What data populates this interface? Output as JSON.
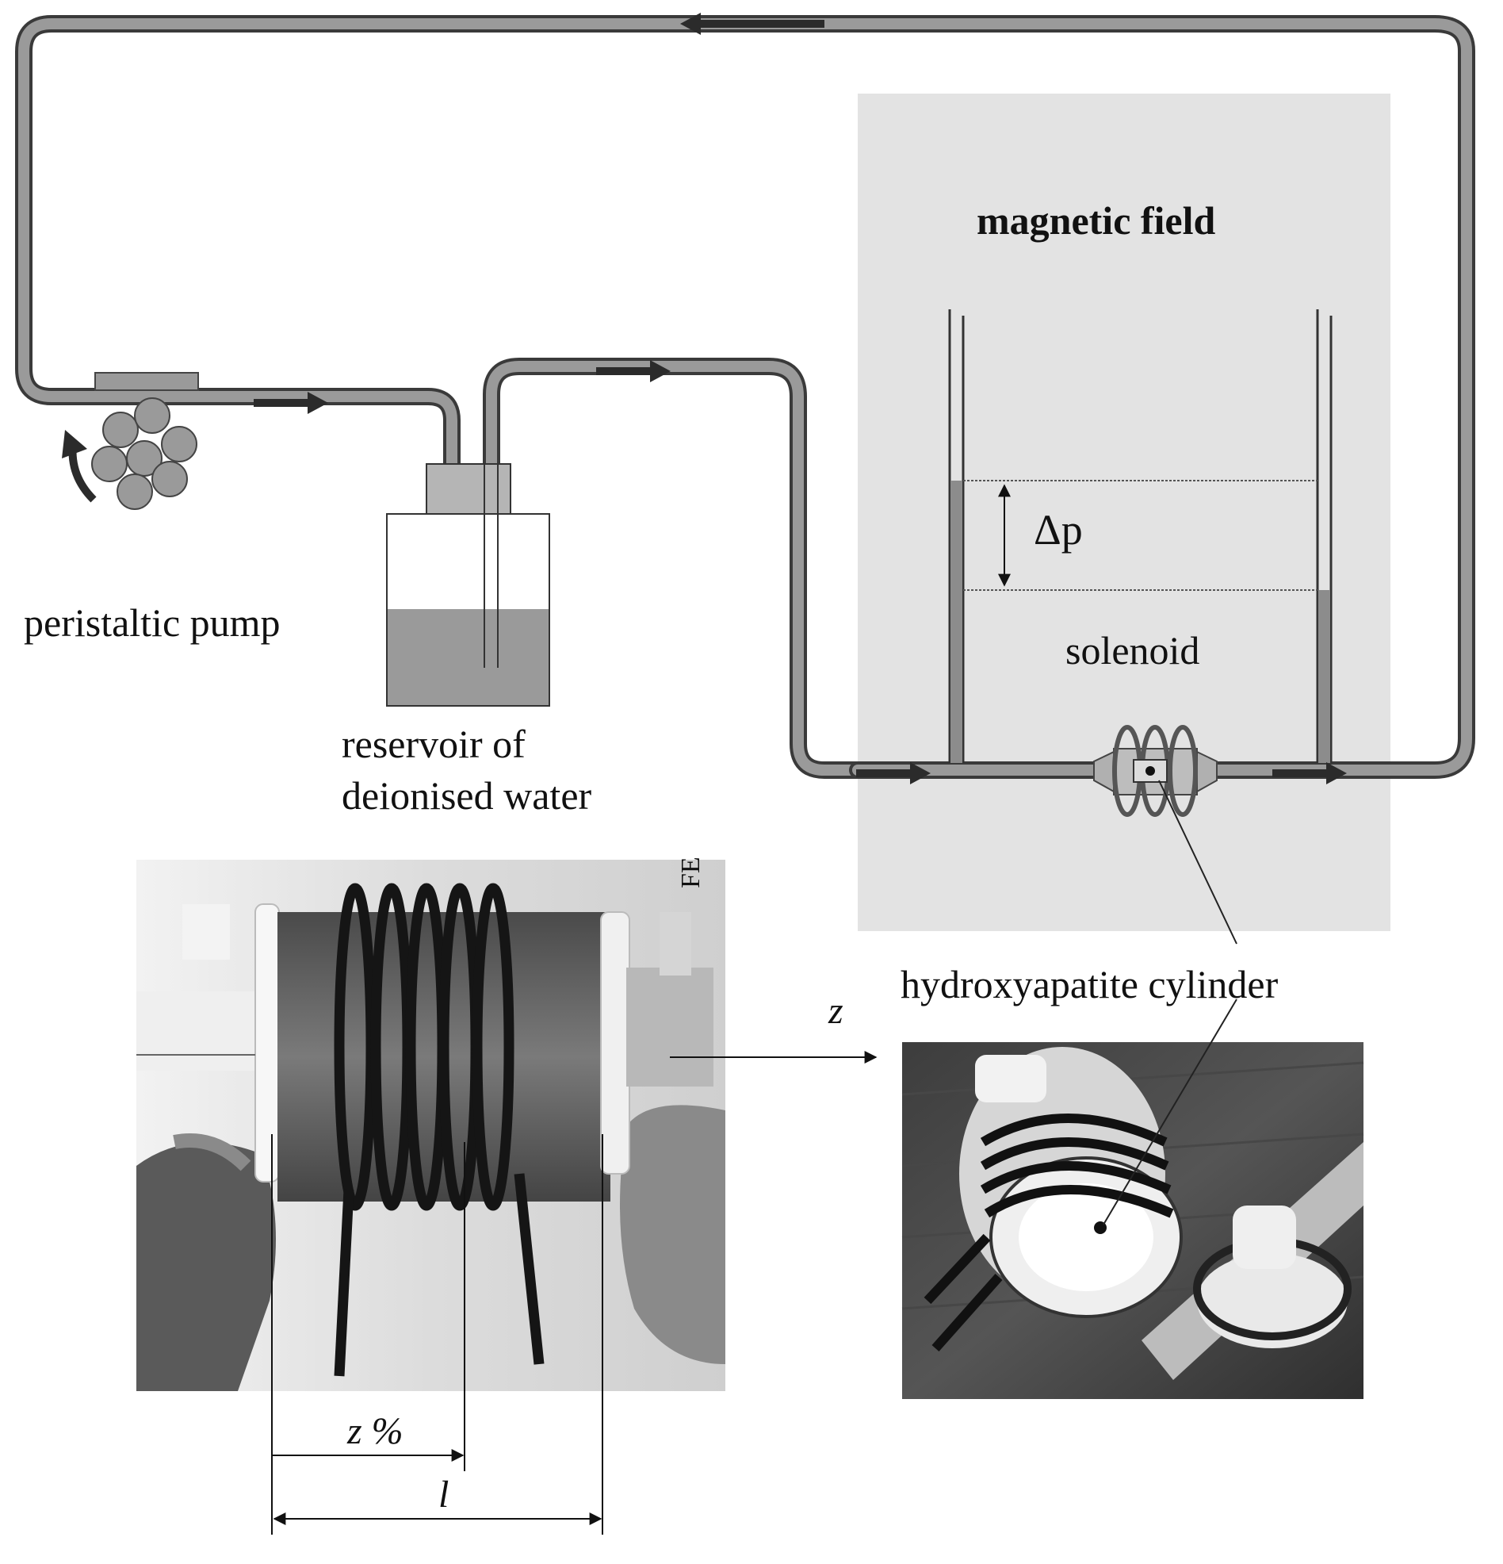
{
  "labels": {
    "magnetic_field": "magnetic field",
    "delta_p": "Δp",
    "solenoid": "solenoid",
    "peristaltic_pump": "peristaltic pump",
    "reservoir_line1": "reservoir of",
    "reservoir_line2": "deionised water",
    "hydroxyapatite_cylinder": "hydroxyapatite cylinder",
    "axis_z": "z",
    "dim_z_percent": "z %",
    "dim_l": "l",
    "photo_corner_mark": "FE"
  },
  "colors": {
    "tube_fill": "#9a9a9a",
    "tube_edge": "#3a3a3a",
    "field_region": "#e3e3e3",
    "water": "#9a9a9a",
    "arrow": "#2b2b2b"
  }
}
